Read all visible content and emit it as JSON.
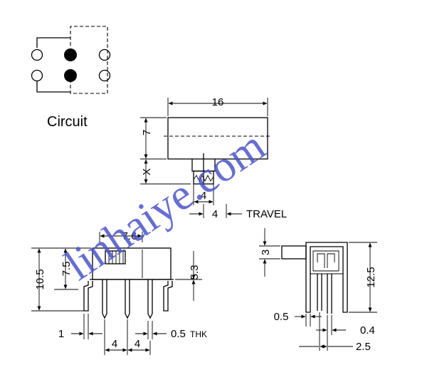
{
  "circuit_label": "Circuit",
  "top_view": {
    "width": "16",
    "height": "7",
    "x_dim": "X",
    "actuator": "4",
    "travel_value": "4",
    "travel_label": "TRAVEL"
  },
  "front_view": {
    "top_width": "7.6",
    "height_total": "10.5",
    "height_mid": "7.5",
    "right_height": "5.3",
    "left_offset": "1",
    "pitch_left": "4",
    "pitch_right": "4",
    "thickness_value": "0.5",
    "thickness_unit": "THK"
  },
  "side_view": {
    "actuator_height": "3",
    "height": "12.5",
    "pin_width": "0.5",
    "pin_gap": "0.4",
    "pin_pitch": "2.5"
  },
  "watermark": "linhaiye.com"
}
